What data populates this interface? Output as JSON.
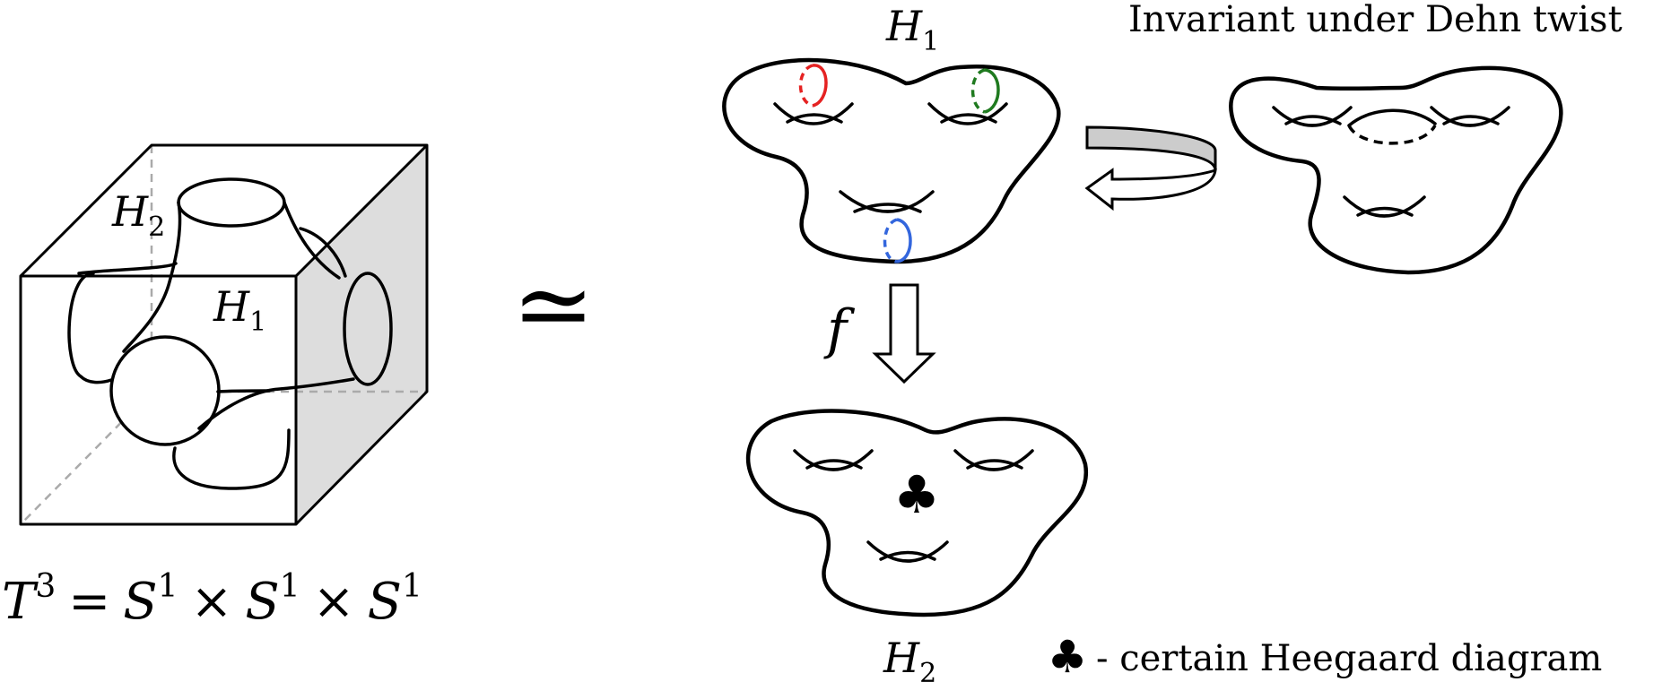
{
  "torus_cube": {
    "label_h2": "H",
    "label_h2_sub": "2",
    "label_h1": "H",
    "label_h1_sub": "1",
    "equation": {
      "t": "T",
      "t_sup": "3",
      "eq": "=",
      "s": "S",
      "sup": "1",
      "times": "×"
    }
  },
  "homeo_symbol": "≃",
  "top_surface": {
    "label": "H",
    "label_sub": "1",
    "curve_colors": [
      "#e52222",
      "#1f7a1f",
      "#3366dd"
    ]
  },
  "twist_caption": "Invariant under Dehn twist",
  "map_label": "f",
  "bottom_surface": {
    "label": "H",
    "label_sub": "2",
    "club_symbol": "♣"
  },
  "legend": {
    "symbol": "♣",
    "text": "- certain Heegaard diagram"
  },
  "colors": {
    "stroke": "#000000",
    "cube_shade": "#dddddd",
    "hidden_edge": "#aaaaaa",
    "arrow_fill": "#cccccc"
  }
}
